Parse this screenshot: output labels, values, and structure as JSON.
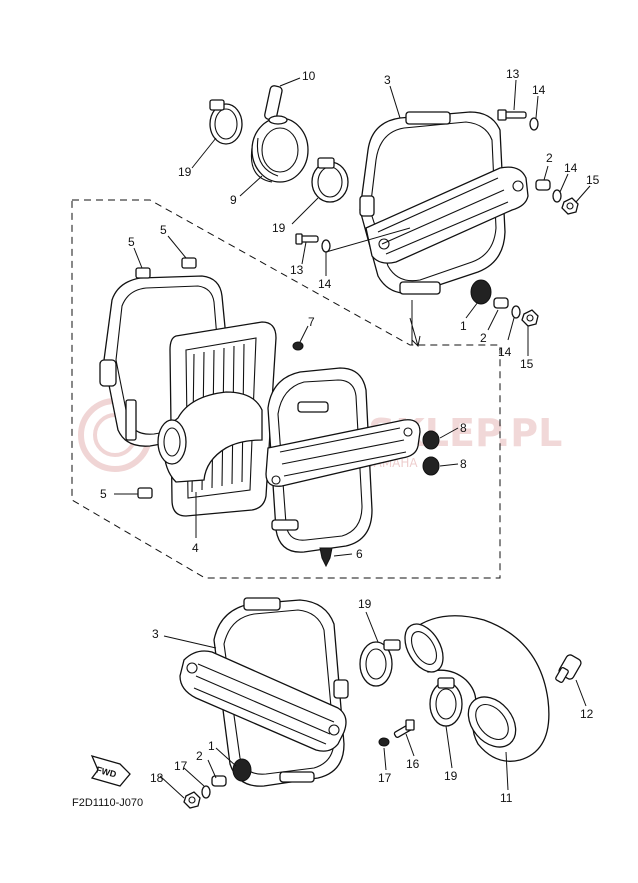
{
  "diagram_code": "F2D1110-J070",
  "fwd_label": "FWD",
  "watermark": {
    "brand": "MA-SKLEP.PL",
    "tagline": "NOWE CZĘŚCI YAMAHA"
  },
  "callouts": [
    {
      "id": "c10a",
      "text": "10"
    },
    {
      "id": "c3a",
      "text": "3"
    },
    {
      "id": "c13a",
      "text": "13"
    },
    {
      "id": "c14a",
      "text": "14"
    },
    {
      "id": "c19a",
      "text": "19"
    },
    {
      "id": "c9",
      "text": "9"
    },
    {
      "id": "c2a",
      "text": "2"
    },
    {
      "id": "c14b",
      "text": "14"
    },
    {
      "id": "c15a",
      "text": "15"
    },
    {
      "id": "c19b",
      "text": "19"
    },
    {
      "id": "c5a",
      "text": "5"
    },
    {
      "id": "c5b",
      "text": "5"
    },
    {
      "id": "c13b",
      "text": "13"
    },
    {
      "id": "c14c",
      "text": "14"
    },
    {
      "id": "c7",
      "text": "7"
    },
    {
      "id": "c1a",
      "text": "1"
    },
    {
      "id": "c2b",
      "text": "2"
    },
    {
      "id": "c14d",
      "text": "14"
    },
    {
      "id": "c15b",
      "text": "15"
    },
    {
      "id": "c8a",
      "text": "8"
    },
    {
      "id": "c8b",
      "text": "8"
    },
    {
      "id": "c5c",
      "text": "5"
    },
    {
      "id": "c4",
      "text": "4"
    },
    {
      "id": "c6",
      "text": "6"
    },
    {
      "id": "c19c",
      "text": "19"
    },
    {
      "id": "c3b",
      "text": "3"
    },
    {
      "id": "c12",
      "text": "12"
    },
    {
      "id": "c1b",
      "text": "1"
    },
    {
      "id": "c2c",
      "text": "2"
    },
    {
      "id": "c17a",
      "text": "17"
    },
    {
      "id": "c18",
      "text": "18"
    },
    {
      "id": "c17b",
      "text": "17"
    },
    {
      "id": "c16",
      "text": "16"
    },
    {
      "id": "c19d",
      "text": "19"
    },
    {
      "id": "c11",
      "text": "11"
    }
  ]
}
